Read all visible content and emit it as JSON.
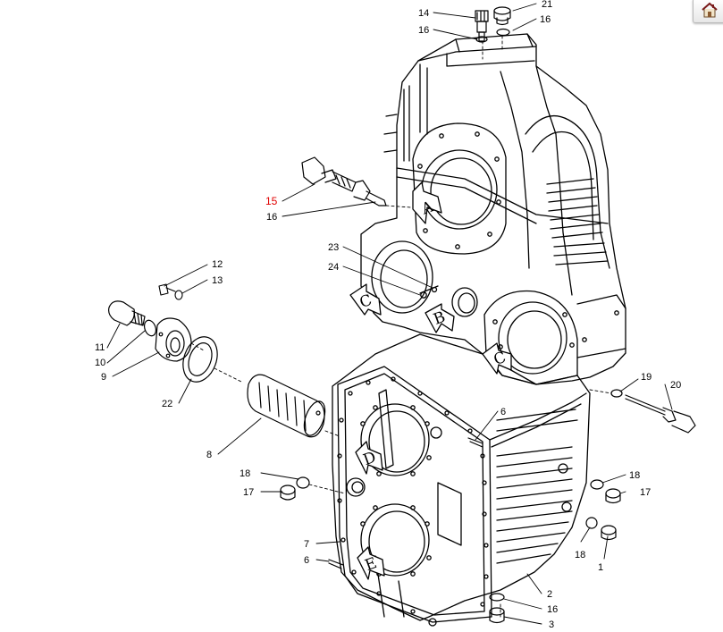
{
  "diagram": {
    "highlight_color": "#e00000",
    "line_color": "#000000",
    "callouts": [
      {
        "id": "c14",
        "text": "14",
        "highlight": false
      },
      {
        "id": "c21",
        "text": "21",
        "highlight": false
      },
      {
        "id": "c16a",
        "text": "16",
        "highlight": false
      },
      {
        "id": "c16b",
        "text": "16",
        "highlight": false
      },
      {
        "id": "c15",
        "text": "15",
        "highlight": true
      },
      {
        "id": "c16c",
        "text": "16",
        "highlight": false
      },
      {
        "id": "c23",
        "text": "23",
        "highlight": false
      },
      {
        "id": "c24",
        "text": "24",
        "highlight": false
      },
      {
        "id": "c12",
        "text": "12",
        "highlight": false
      },
      {
        "id": "c13",
        "text": "13",
        "highlight": false
      },
      {
        "id": "c11",
        "text": "11",
        "highlight": false
      },
      {
        "id": "c10",
        "text": "10",
        "highlight": false
      },
      {
        "id": "c9",
        "text": "9",
        "highlight": false
      },
      {
        "id": "c22",
        "text": "22",
        "highlight": false
      },
      {
        "id": "c8",
        "text": "8",
        "highlight": false
      },
      {
        "id": "c6a",
        "text": "6",
        "highlight": false
      },
      {
        "id": "c19",
        "text": "19",
        "highlight": false
      },
      {
        "id": "c20",
        "text": "20",
        "highlight": false
      },
      {
        "id": "c18a",
        "text": "18",
        "highlight": false
      },
      {
        "id": "c17a",
        "text": "17",
        "highlight": false
      },
      {
        "id": "c18b",
        "text": "18",
        "highlight": false
      },
      {
        "id": "c17b",
        "text": "17",
        "highlight": false
      },
      {
        "id": "c18c",
        "text": "18",
        "highlight": false
      },
      {
        "id": "c1",
        "text": "1",
        "highlight": false
      },
      {
        "id": "c7",
        "text": "7",
        "highlight": false
      },
      {
        "id": "c6b",
        "text": "6",
        "highlight": false
      },
      {
        "id": "c2",
        "text": "2",
        "highlight": false
      },
      {
        "id": "c16d",
        "text": "16",
        "highlight": false
      },
      {
        "id": "c3",
        "text": "3",
        "highlight": false
      }
    ],
    "section_arrows": [
      {
        "id": "aA",
        "text": "A"
      },
      {
        "id": "aC1",
        "text": "C"
      },
      {
        "id": "aB",
        "text": "B"
      },
      {
        "id": "aC2",
        "text": "C"
      },
      {
        "id": "aD",
        "text": "D"
      },
      {
        "id": "aE",
        "text": "E"
      }
    ],
    "nav_icon": "home-icon"
  }
}
